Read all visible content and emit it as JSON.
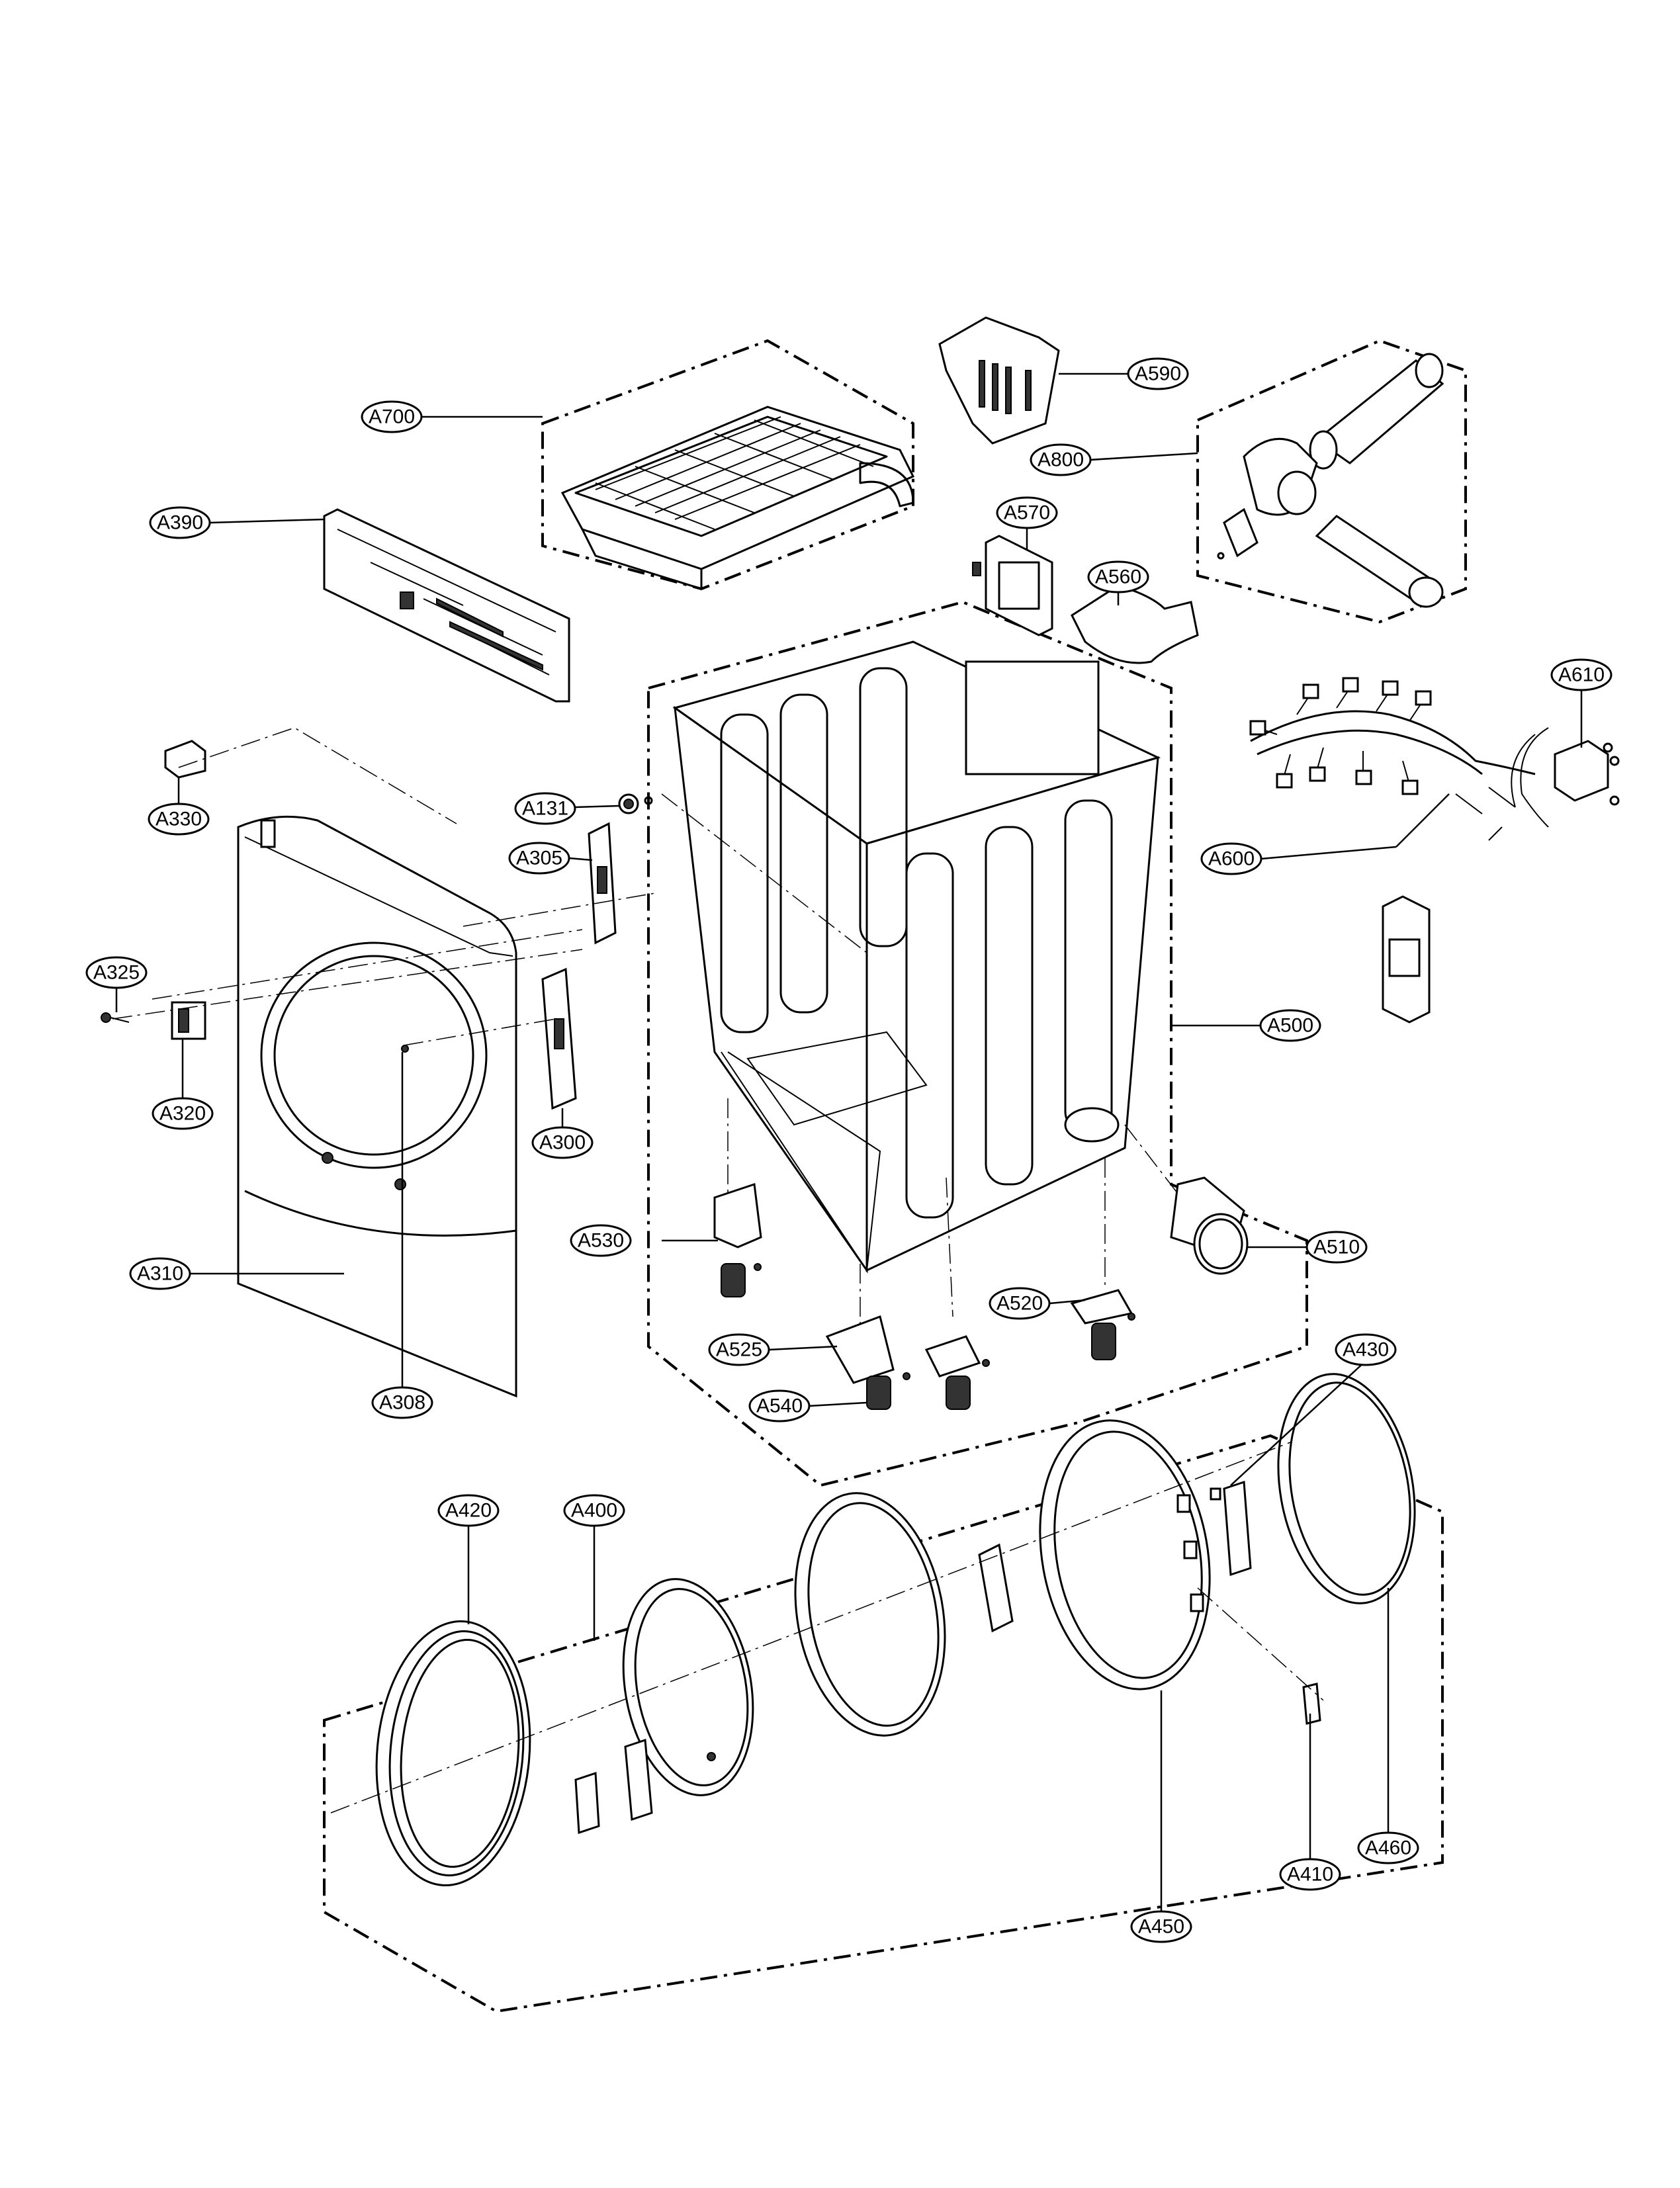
{
  "diagram": {
    "labels": [
      "A700",
      "A590",
      "A800",
      "A390",
      "A570",
      "A560",
      "A610",
      "A600",
      "A131",
      "A305",
      "A330",
      "A325",
      "A320",
      "A300",
      "A500",
      "A310",
      "A308",
      "A530",
      "A510",
      "A525",
      "A520",
      "A540",
      "A430",
      "A420",
      "A400",
      "A460",
      "A410",
      "A450"
    ]
  }
}
